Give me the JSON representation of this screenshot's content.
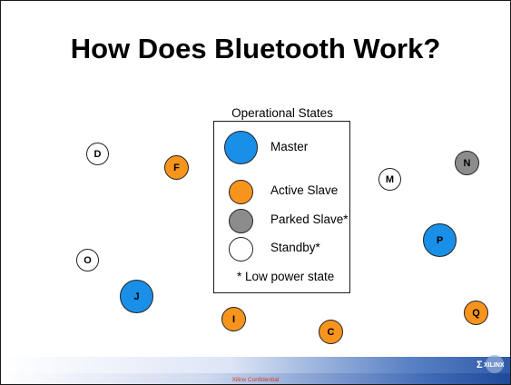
{
  "title": "How Does Bluetooth Work?",
  "colors": {
    "master": "#1a8fe8",
    "active_slave": "#f7941d",
    "parked_slave": "#8c8c8c",
    "standby": "#ffffff"
  },
  "legend": {
    "title": "Operational States",
    "items": [
      {
        "state": "master",
        "label": "Master"
      },
      {
        "state": "active_slave",
        "label": "Active Slave"
      },
      {
        "state": "parked_slave",
        "label": "Parked Slave*"
      },
      {
        "state": "standby",
        "label": "Standby*"
      }
    ],
    "footnote": "* Low power state"
  },
  "nodes": [
    {
      "label": "D",
      "state": "standby"
    },
    {
      "label": "F",
      "state": "active_slave"
    },
    {
      "label": "M",
      "state": "standby"
    },
    {
      "label": "N",
      "state": "parked_slave"
    },
    {
      "label": "P",
      "state": "master"
    },
    {
      "label": "O",
      "state": "standby"
    },
    {
      "label": "J",
      "state": "master"
    },
    {
      "label": "I",
      "state": "active_slave"
    },
    {
      "label": "C",
      "state": "active_slave"
    },
    {
      "label": "Q",
      "state": "active_slave"
    }
  ],
  "footer": {
    "confidential": "Xilinx Confidential",
    "logo_text": "XILINX"
  }
}
